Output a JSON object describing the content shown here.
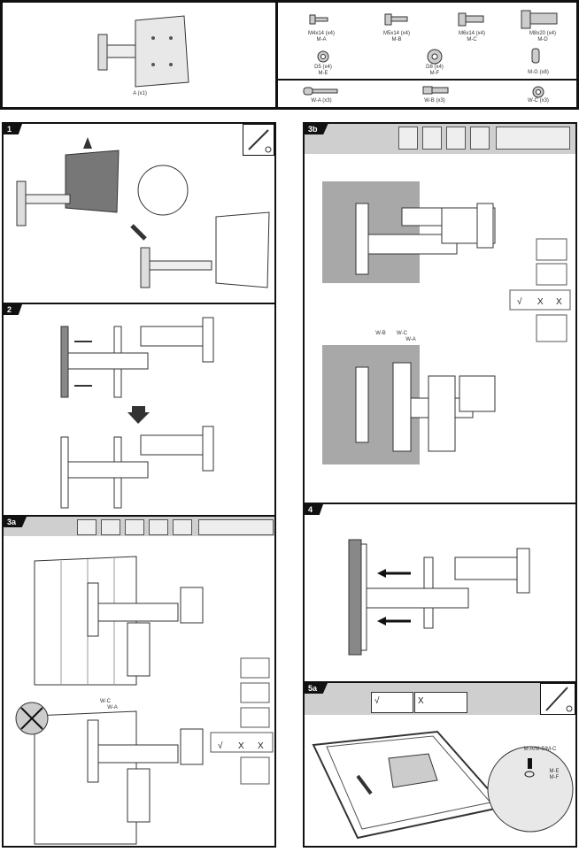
{
  "parts": {
    "bracket": "A (x1)",
    "items": [
      {
        "size": "M4x14 (x4)",
        "code": "M-A"
      },
      {
        "size": "M5x14 (x4)",
        "code": "M-B"
      },
      {
        "size": "M6x14 (x4)",
        "code": "M-C"
      },
      {
        "size": "M8x20 (x4)",
        "code": "M-D"
      },
      {
        "size": "D5 (x4)",
        "code": "M-E"
      },
      {
        "size": "D8 (x4)",
        "code": "M-F"
      },
      {
        "size": "",
        "code": "M-G (x8)"
      }
    ],
    "wall": [
      {
        "code": "W-A (x3)"
      },
      {
        "code": "W-B (x3)"
      },
      {
        "code": "W-C (x3)"
      }
    ]
  },
  "steps": {
    "s1": "1",
    "s2": "2",
    "s3a": "3a",
    "s3b": "3b",
    "s4": "4",
    "s5a": "5a"
  },
  "labels": {
    "wb": "W-B",
    "wc": "W-C",
    "wa": "W-A",
    "check": "√",
    "x": "X",
    "screws": "M-A/M-B/M-C",
    "me": "M-E",
    "mf": "M-F"
  },
  "colors": {
    "header": "#cfcfcf",
    "wall": "#a8a8a8"
  }
}
